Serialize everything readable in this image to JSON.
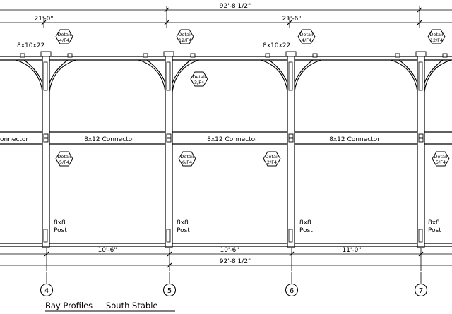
{
  "dimensions": {
    "overall_top": "92'-8 1/2\"",
    "overall_bottom": "92'-8 1/2\"",
    "top_bay_left": "21'-0\"",
    "top_bay_right": "21'-6\"",
    "bottom_bay_4_5": "10'-6\"",
    "bottom_bay_5_6": "10'-6\"",
    "bottom_bay_6_7": "11'-0\""
  },
  "labels": {
    "beam_left": "8x10x22",
    "beam_right": "8x10x22",
    "connector_partial": "onnector",
    "connector_1": "8x12 Connector",
    "connector_2": "8x12 Connector",
    "connector_3": "8x12 Connector",
    "post_label": "8x8",
    "post_word": "Post"
  },
  "details": [
    {
      "line1": "Detail",
      "line2": "4/F4"
    },
    {
      "line1": "Detail",
      "line2": "12/F4"
    },
    {
      "line1": "Detail",
      "line2": "3/F4"
    },
    {
      "line1": "Detail",
      "line2": "4/F4"
    },
    {
      "line1": "Detail",
      "line2": "12/F4"
    },
    {
      "line1": "Detail",
      "line2": "5/F4"
    },
    {
      "line1": "Detail",
      "line2": "6/F4"
    },
    {
      "line1": "Detail",
      "line2": "2/F4"
    },
    {
      "line1": "Detail",
      "line2": "5/F4"
    }
  ],
  "gridlines": [
    "4",
    "5",
    "6",
    "7"
  ],
  "caption": "Bay Profiles — South Stable"
}
